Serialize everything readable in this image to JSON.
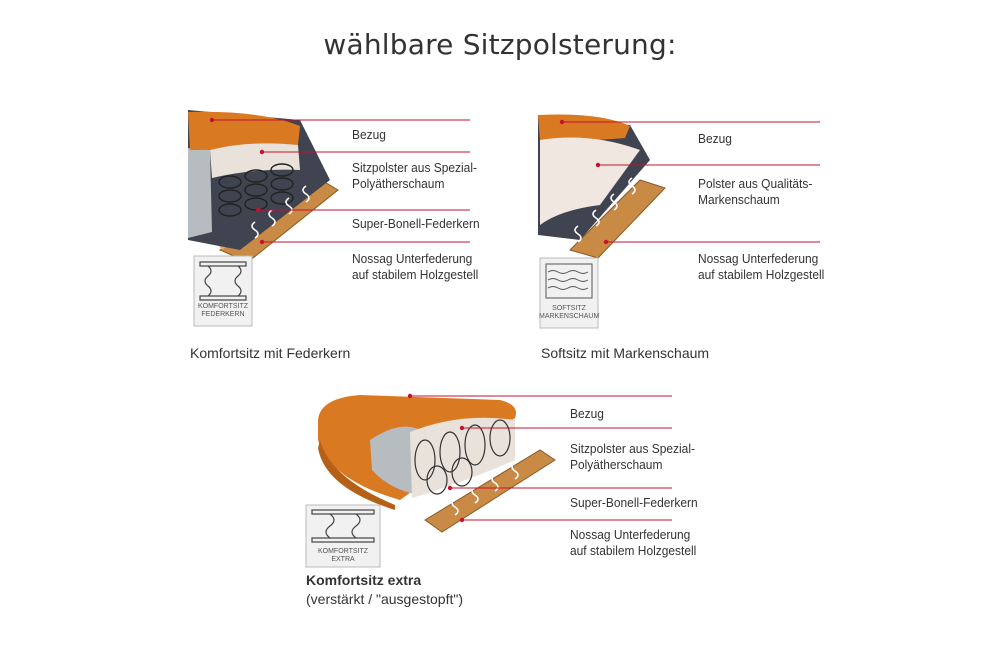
{
  "title": "wählbare Sitzpolsterung:",
  "options": [
    {
      "caption": "Komfortsitz mit Federkern",
      "badge": "KOMFORTSITZ\nFEDERKERN",
      "labels": [
        "Bezug",
        "Sitzpolster aus Spezial-\nPolyätherschaum",
        "Super-Bonell-Federkern",
        "Nossag Unterfederung\nauf stabilem Holzgestell"
      ]
    },
    {
      "caption": "Softsitz mit Markenschaum",
      "badge": "SOFTSITZ\nMARKENSCHAUM",
      "labels": [
        "Bezug",
        "Polster aus Qualitäts-\nMarkenschaum",
        "Nossag Unterfederung\nauf stabilem Holzgestell"
      ]
    },
    {
      "caption": "Komfortsitz extra",
      "caption_sub": "(verstärkt / \"ausgestopft\")",
      "badge": "KOMFORTSITZ\nEXTRA",
      "labels": [
        "Bezug",
        "Sitzpolster aus Spezial-\nPolyätherschaum",
        "Super-Bonell-Federkern",
        "Nossag Unterfederung\nauf stabilem Holzgestell"
      ]
    }
  ],
  "colors": {
    "leader_line": "#c8102e",
    "cover": "#d97a22",
    "wood": "#c98a45",
    "foam": "#e8e2da",
    "text": "#333333"
  }
}
